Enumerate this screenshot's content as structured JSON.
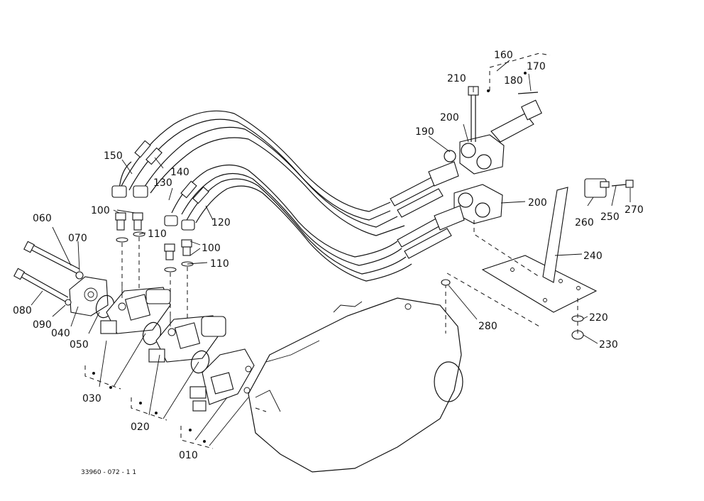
{
  "diagram": {
    "drawing_number": "33960 - 072 - 1 1",
    "part_labels": {
      "p010": "010",
      "p020": "020",
      "p030": "030",
      "p040": "040",
      "p050": "050",
      "p060": "060",
      "p070": "070",
      "p080": "080",
      "p090": "090",
      "p100a": "100",
      "p100b": "100",
      "p110a": "110",
      "p110b": "110",
      "p120": "120",
      "p130": "130",
      "p140": "140",
      "p150": "150",
      "p160": "160",
      "p170": "170",
      "p180": "180",
      "p190": "190",
      "p200a": "200",
      "p200b": "200",
      "p210": "210",
      "p220": "220",
      "p230": "230",
      "p240": "240",
      "p250": "250",
      "p260": "260",
      "p270": "270",
      "p280": "280"
    }
  }
}
